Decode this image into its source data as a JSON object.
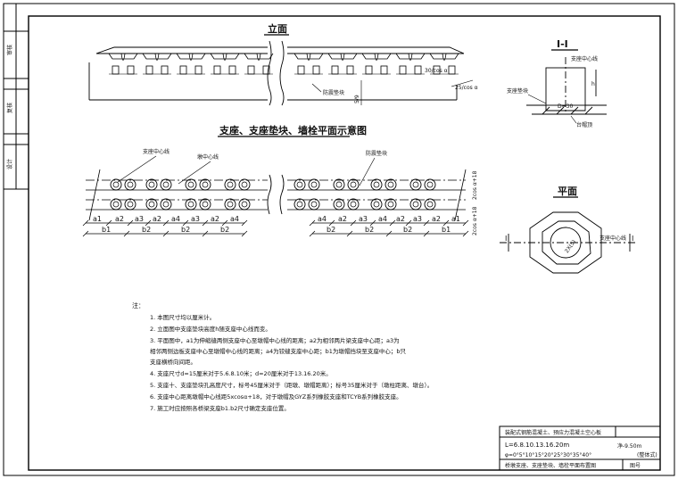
{
  "side_stamps": [
    "审核",
    "复核",
    "设计"
  ],
  "views": {
    "elevation_title": "立面",
    "plan_title": "支座、支座垫块、墙栓平面示意图",
    "section_title": "I-I",
    "plan_small_title": "平面",
    "section_mark": "I"
  },
  "elevation": {
    "slope_label": "30/cos α",
    "offset_label": "25/cos α",
    "pad_label": "防震垫块",
    "dim_label": "5/9"
  },
  "plan": {
    "label_bearing_center": "支座中心线",
    "label_axis": "墩中心线",
    "label_pad": "防震垫块",
    "side_dim_1": "2cos α+18",
    "side_dim_2": "2cos α+18",
    "left_a": [
      "a1",
      "a2",
      "a3",
      "a2",
      "a4",
      "a3",
      "a2",
      "a4"
    ],
    "left_b": [
      "b1",
      "b2",
      "b2",
      "b2"
    ],
    "right_a": [
      "a4",
      "a2",
      "a3",
      "a4",
      "a2",
      "a3",
      "a2",
      "a1"
    ],
    "right_b": [
      "b2",
      "b2",
      "b2",
      "b1"
    ]
  },
  "section": {
    "label_center": "支座中心线",
    "label_pad": "支座垫块",
    "label_d": "D=30",
    "label_cap": "台帽顶",
    "label_h": "h"
  },
  "plan_small": {
    "label_center": "支座中心线",
    "circle_label": "2X(5)"
  },
  "notes": {
    "heading": "注：",
    "items": [
      "1. 本图尺寸均以厘米计。",
      "2. 立面图中支座垫块高度h随支座中心线而变。",
      "3. 平面图中，a1为伸缩缝两侧支座中心至墩帽中心线的距离；a2为相邻两片梁支座中心距；a3为",
      "   相邻两侧边板支座中心至墩帽中心线的距离；a4为铰缝支座中心距；b1为墩帽挡块至支座中心；b只",
      "   支座横桥向间距。",
      "4. 支座尺寸d=15厘米对于5.6.8.10米；d=20厘米对于13.16.20米。",
      "5. 支座十、支座垫块孔高度尺寸，标号45厘米对于（距墩、墩帽距离）；标号35厘米对于（墩柱距离、墩台）。",
      "6. 支座中心距离墩帽中心线距5xcosα+18，对于墩帽及GYZ系列橡胶支座和TCYB系列橡胶支座。",
      "7. 施工时应按照各桥梁支座b1.b2尺寸确定支座位置。"
    ]
  },
  "title_block": {
    "project": "装配式钢筋混凝土、预应力混凝土空心板",
    "span": "L=6.8.10.13.16.20m",
    "skew": "φ=0°5°10°15°20°25°30°35°40°",
    "width": "净-9.50m",
    "width_note": "(整体式)",
    "drawing_name": "桥墩支座、支座垫块、墙栓平面布置图",
    "sheet_label": "图号"
  }
}
